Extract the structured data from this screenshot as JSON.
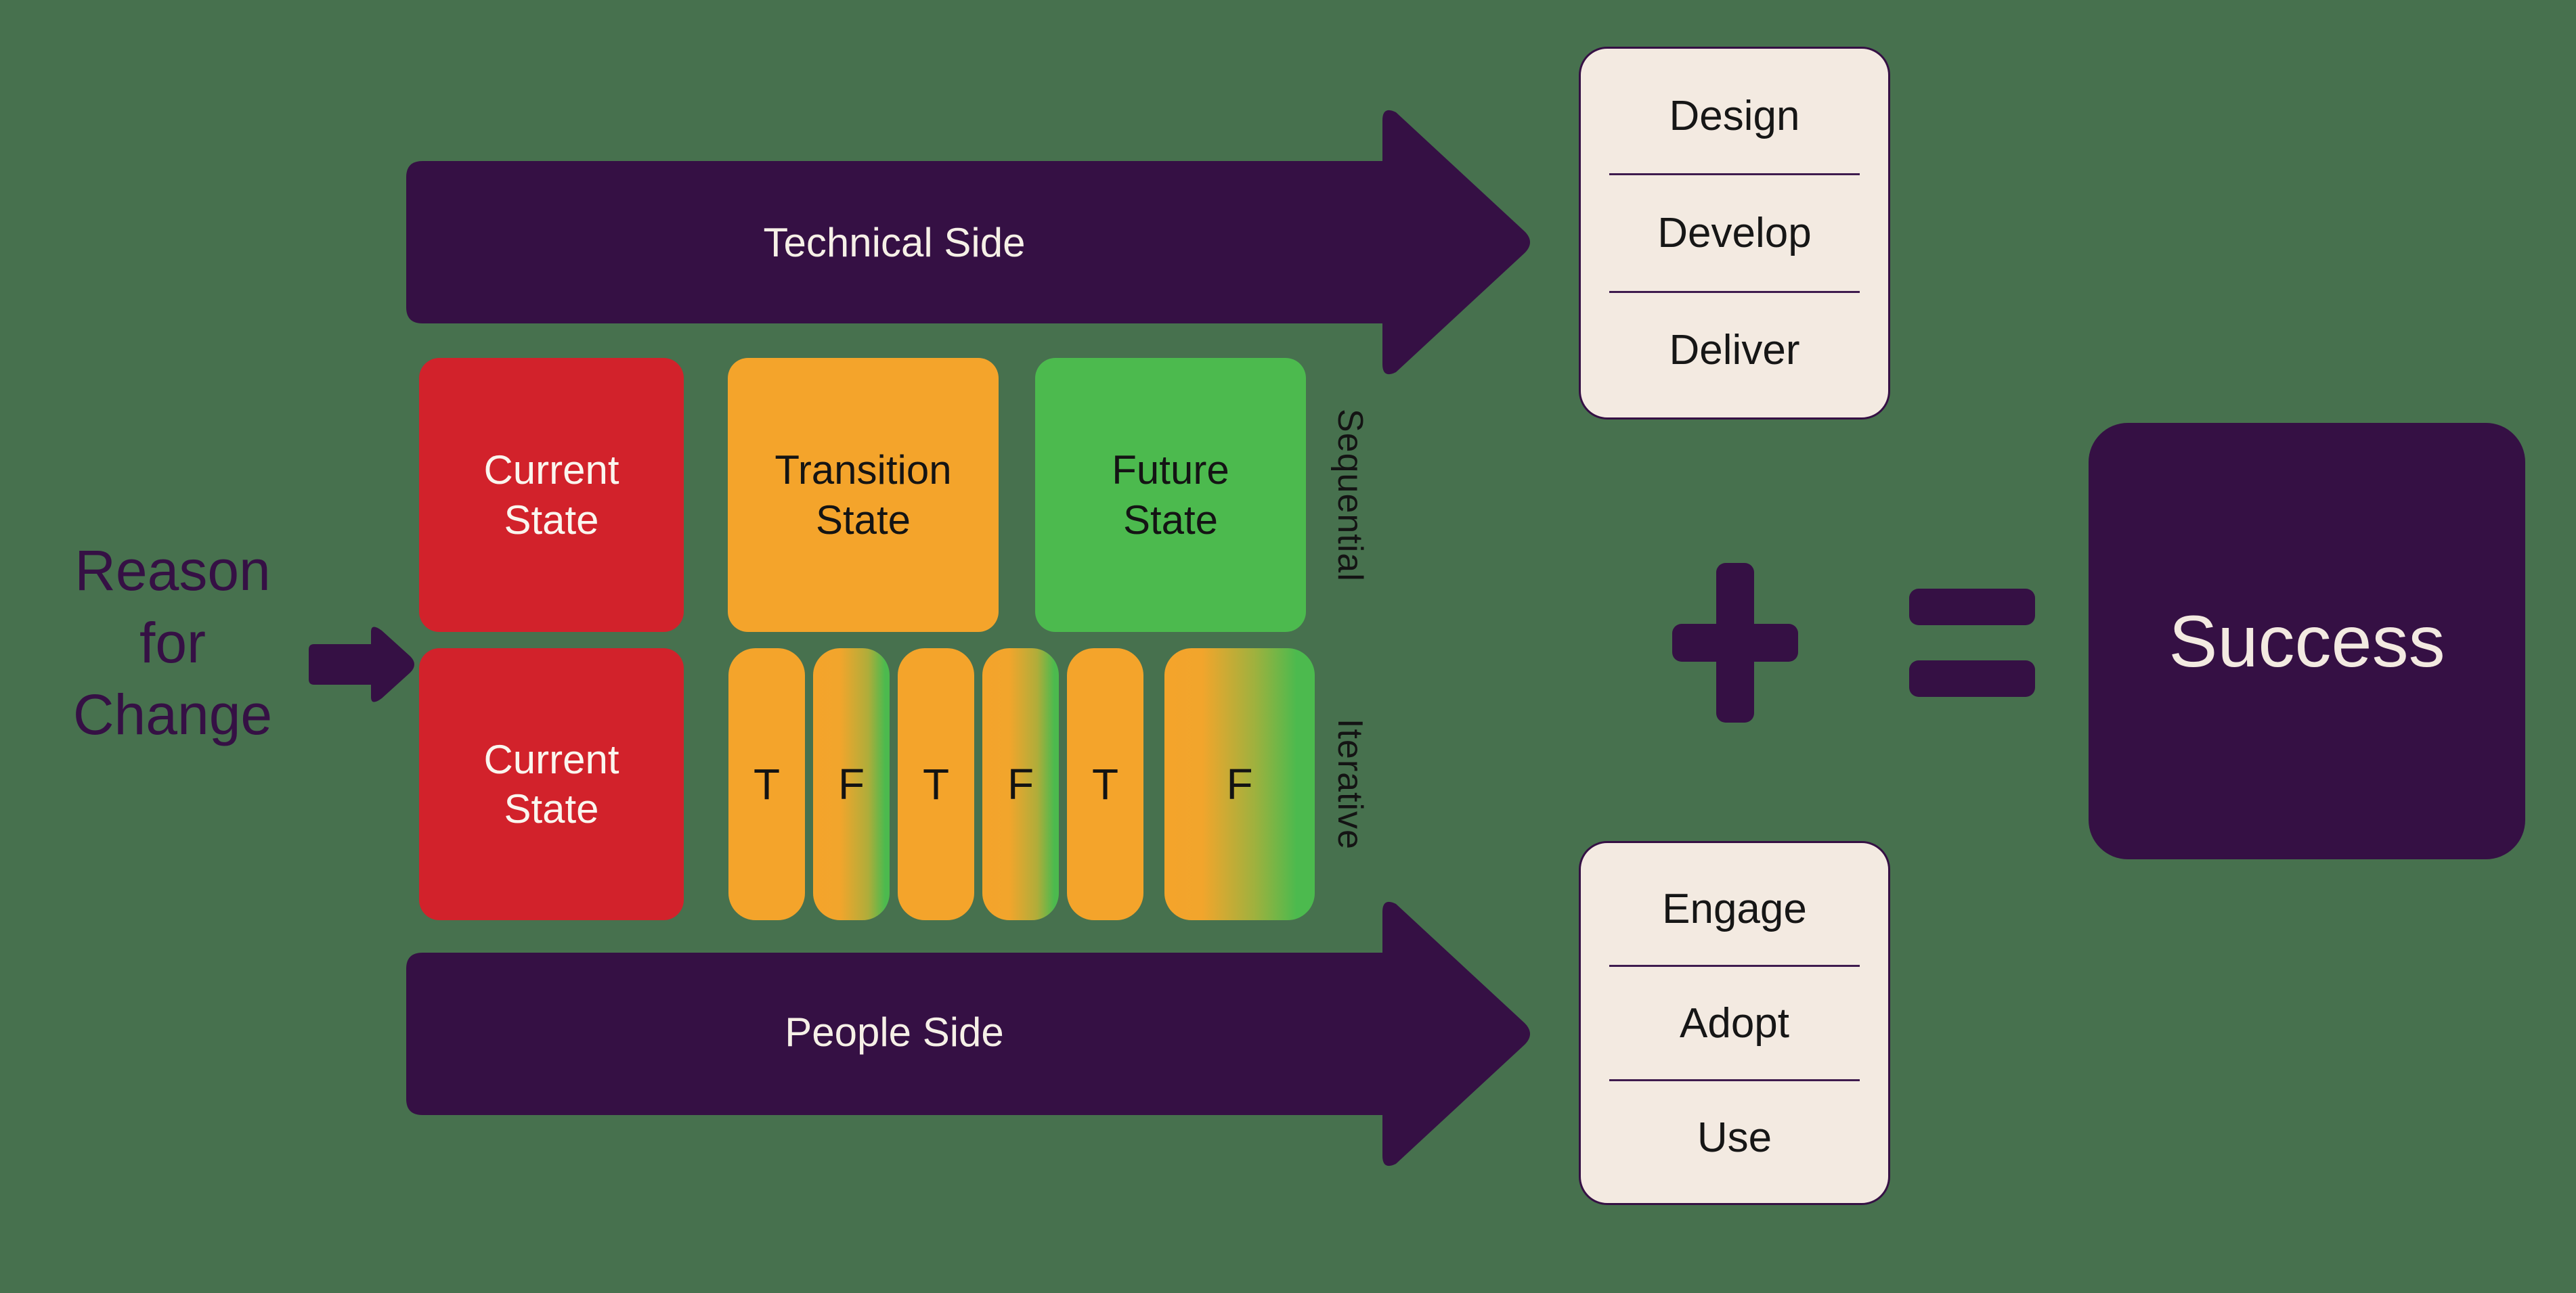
{
  "palette": {
    "background": "#47714E",
    "purple": "#351044",
    "red": "#D2222B",
    "orange": "#F4A42B",
    "green": "#4CBA4E",
    "cream": "#F3EAE1"
  },
  "reason_label": {
    "lines": [
      "Reason",
      "for",
      "Change"
    ]
  },
  "arrows": {
    "technical": "Technical Side",
    "people": "People Side"
  },
  "sequential_row": {
    "axis_label": "Sequential",
    "boxes": [
      {
        "l1": "Current",
        "l2": "State"
      },
      {
        "l1": "Transition",
        "l2": "State"
      },
      {
        "l1": "Future",
        "l2": "State"
      }
    ]
  },
  "iterative_row": {
    "axis_label": "Iterative",
    "box": {
      "l1": "Current",
      "l2": "State"
    },
    "bars": [
      "T",
      "F",
      "T",
      "F",
      "T",
      "F"
    ]
  },
  "technical_outcomes": {
    "items": [
      "Design",
      "Develop",
      "Deliver"
    ]
  },
  "people_outcomes": {
    "items": [
      "Engage",
      "Adopt",
      "Use"
    ]
  },
  "operators": {
    "plus": "+",
    "equals": "="
  },
  "result": {
    "label": "Success"
  }
}
